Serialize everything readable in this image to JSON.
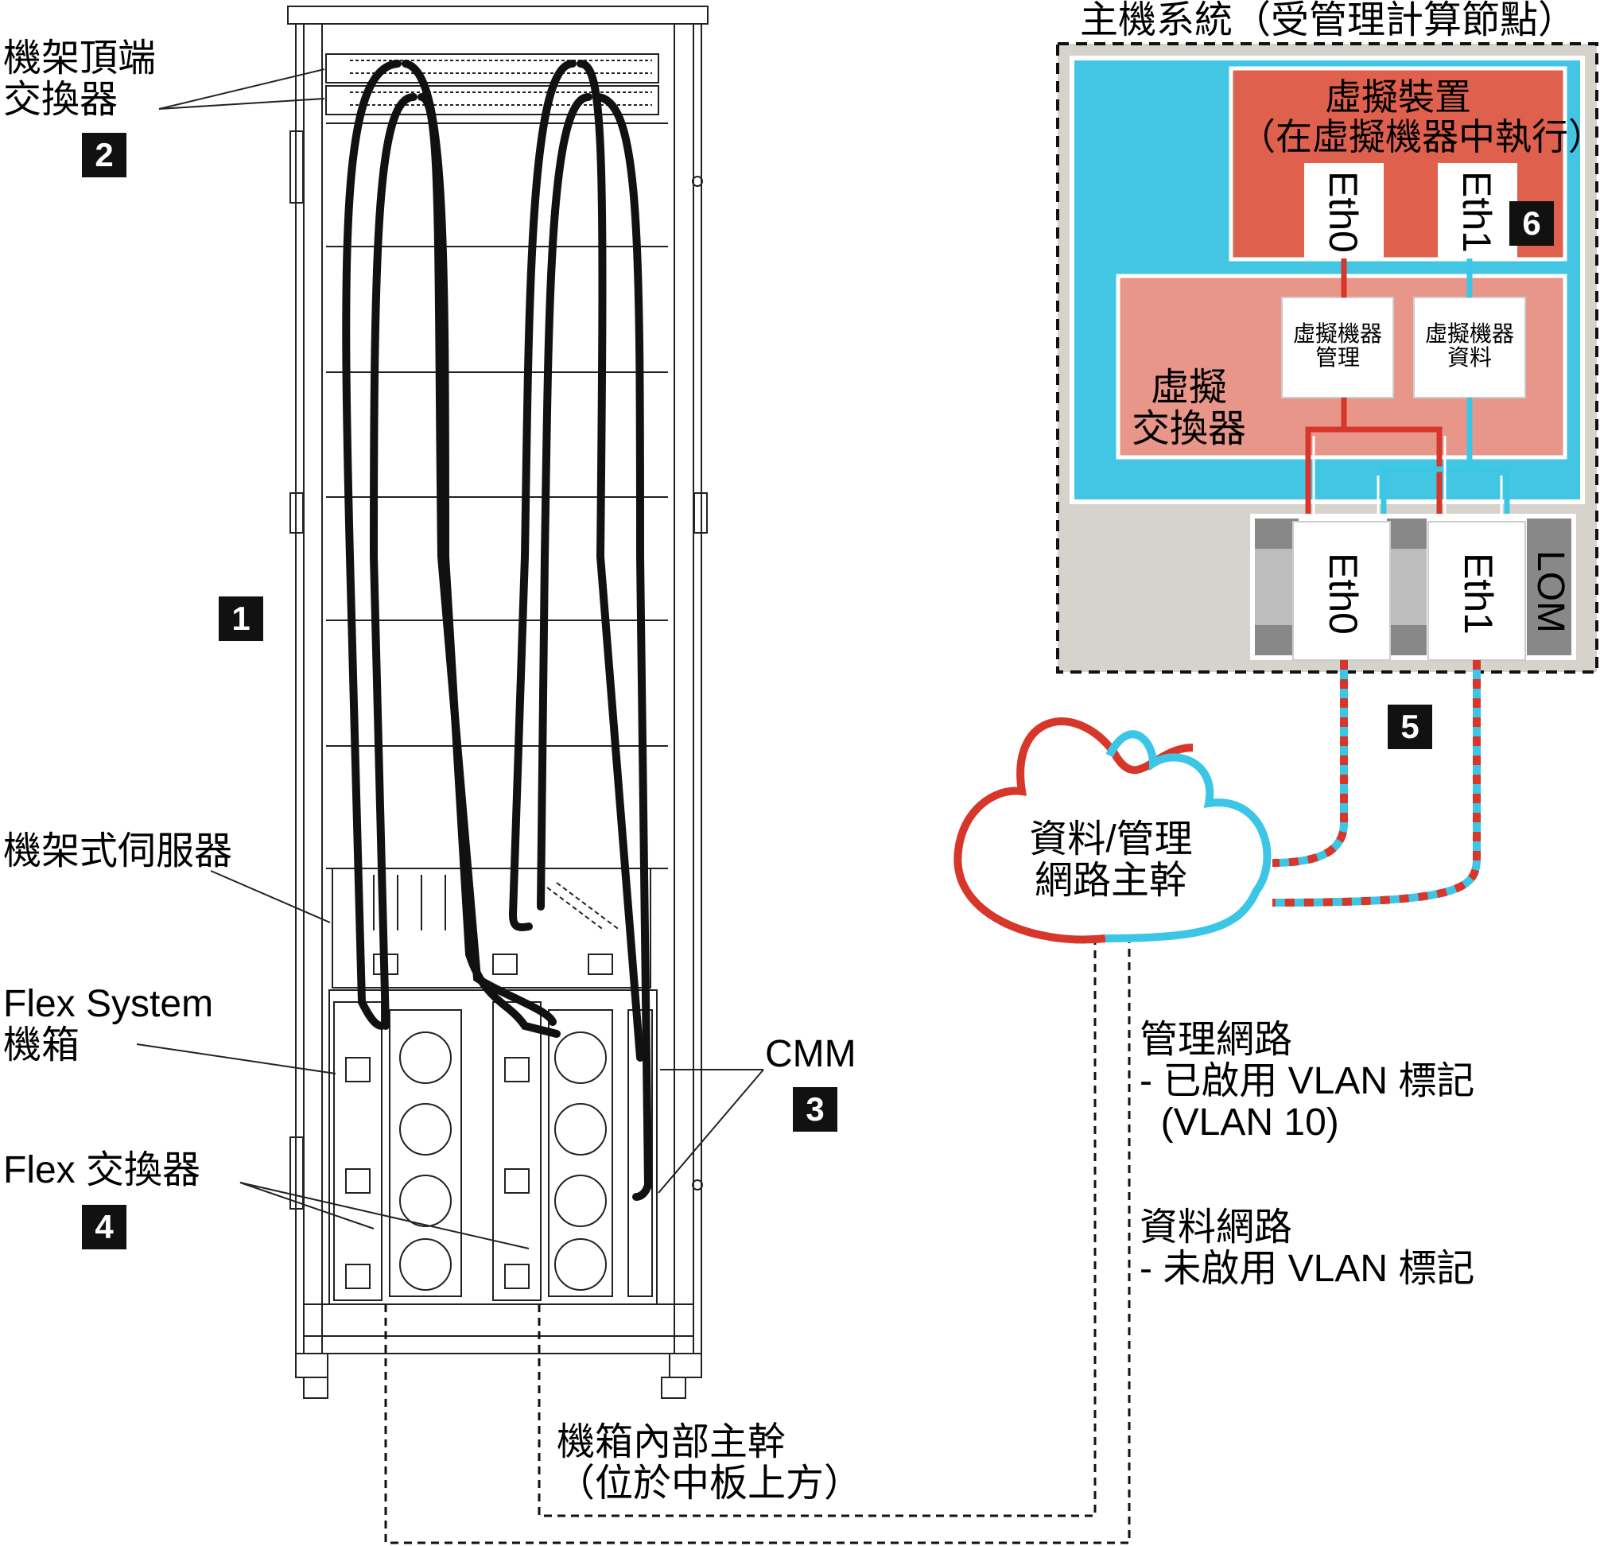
{
  "rack": {
    "top_switch_label": "機架頂端\n交換器",
    "rack_server_label": "機架式伺服器",
    "flex_chassis_label": "Flex System\n機箱",
    "flex_switch_label": "Flex 交換器",
    "cmm_label": "CMM",
    "internal_trunk_label": "機箱內部主幹\n（位於中板上方）"
  },
  "host": {
    "title": "主機系統（受管理計算節點）",
    "virtual_appliance_label": "虛擬裝置\n（在虛擬機器中執行）",
    "vnic_eth0": "Eth0",
    "vnic_eth1": "Eth1",
    "virtual_switch_label": "虛擬\n交換器",
    "vm_mgmt_label": "虛擬機器\n管理",
    "vm_data_label": "虛擬機器\n資料",
    "lom_label": "LOM",
    "lom_eth0": "Eth0",
    "lom_eth1": "Eth1"
  },
  "cloud": {
    "label": "資料/管理\n網路主幹"
  },
  "networks": {
    "mgmt": "管理網路\n- 已啟用 VLAN 標記\n  (VLAN 10)",
    "data": "資料網路\n- 未啟用 VLAN 標記"
  },
  "badges": {
    "b1": "1",
    "b2": "2",
    "b3": "3",
    "b4": "4",
    "b5": "5",
    "b6": "6"
  },
  "colors": {
    "mgmt": "#d7372a",
    "data": "#3cc6e6",
    "host_frame": "#d6d3cd",
    "blue_area": "#42c6e4",
    "appliance": "#e0604e",
    "vswitch": "#e8958a",
    "lom_dark": "#888888",
    "lom_light": "#bdbdbd"
  }
}
